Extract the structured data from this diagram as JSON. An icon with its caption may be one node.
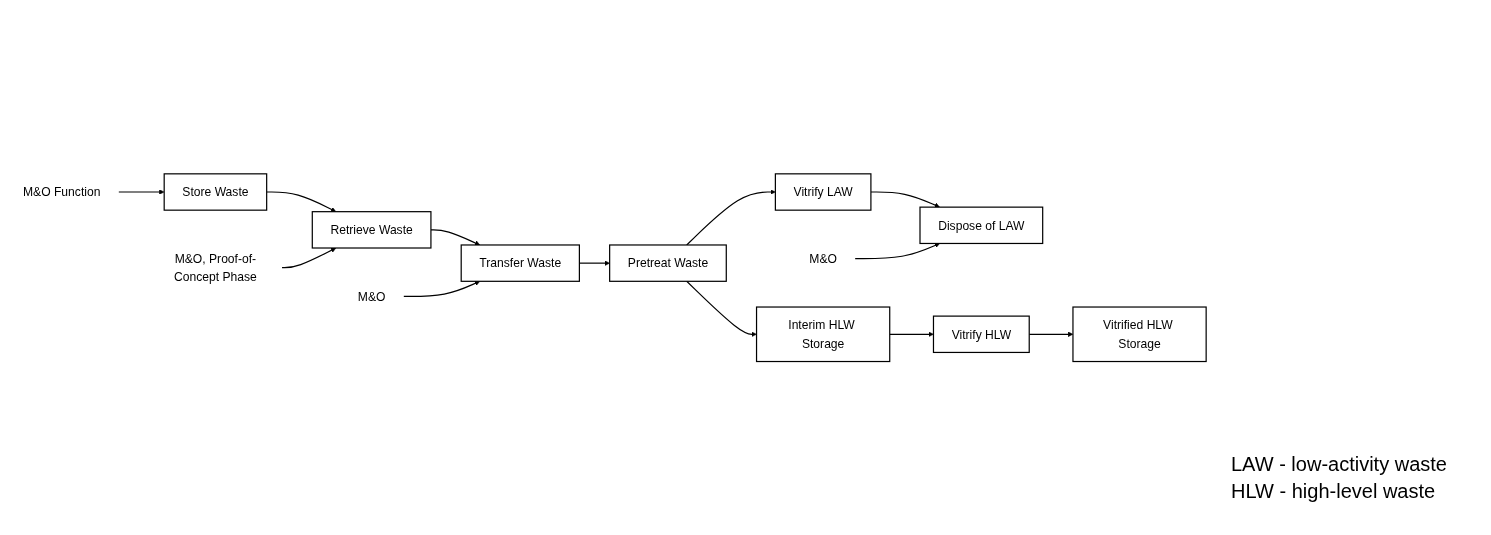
{
  "diagram": {
    "nodes": [
      {
        "text": [
          "Store Waste"
        ]
      },
      {
        "text": [
          "Retrieve Waste"
        ]
      },
      {
        "text": [
          "Transfer Waste"
        ]
      },
      {
        "text": [
          "Pretreat Waste"
        ]
      },
      {
        "text": [
          "Vitrify LAW"
        ]
      },
      {
        "text": [
          "Dispose of LAW"
        ]
      },
      {
        "text": [
          "Interim HLW Storage"
        ]
      },
      {
        "text": [
          "Vitrify HLW"
        ]
      },
      {
        "text": [
          "Vitrified HLW Storage"
        ]
      },
      {
        "text": [
          "M&O Function"
        ]
      },
      {
        "text": [
          "M&O, Proof-of-Concept Phase"
        ]
      },
      {
        "text": [
          "M&O"
        ]
      },
      {
        "text": [
          "M&O"
        ]
      }
    ],
    "edges": [
      {
        "from": 0,
        "to": 1,
        "arrow": "to"
      },
      {
        "from": 1,
        "to": 2,
        "arrow": "to"
      },
      {
        "from": 2,
        "to": 3,
        "arrow": "to"
      },
      {
        "from": 3,
        "to": 4,
        "arrow": "to"
      },
      {
        "from": 4,
        "to": 5,
        "arrow": "to"
      },
      {
        "from": 3,
        "to": 6,
        "arrow": "to"
      },
      {
        "from": 6,
        "to": 7,
        "arrow": "to"
      },
      {
        "from": 7,
        "to": 8,
        "arrow": "to"
      },
      {
        "from": 9,
        "to": 0,
        "arrow": "to"
      },
      {
        "from": 10,
        "to": 1,
        "arrow": "to"
      },
      {
        "from": 11,
        "to": 2,
        "arrow": "to"
      },
      {
        "from": 12,
        "to": 5,
        "arrow": "to"
      }
    ],
    "labels": [
      "LAW - low-activity waste",
      "HLW - high-level waste"
    ]
  }
}
